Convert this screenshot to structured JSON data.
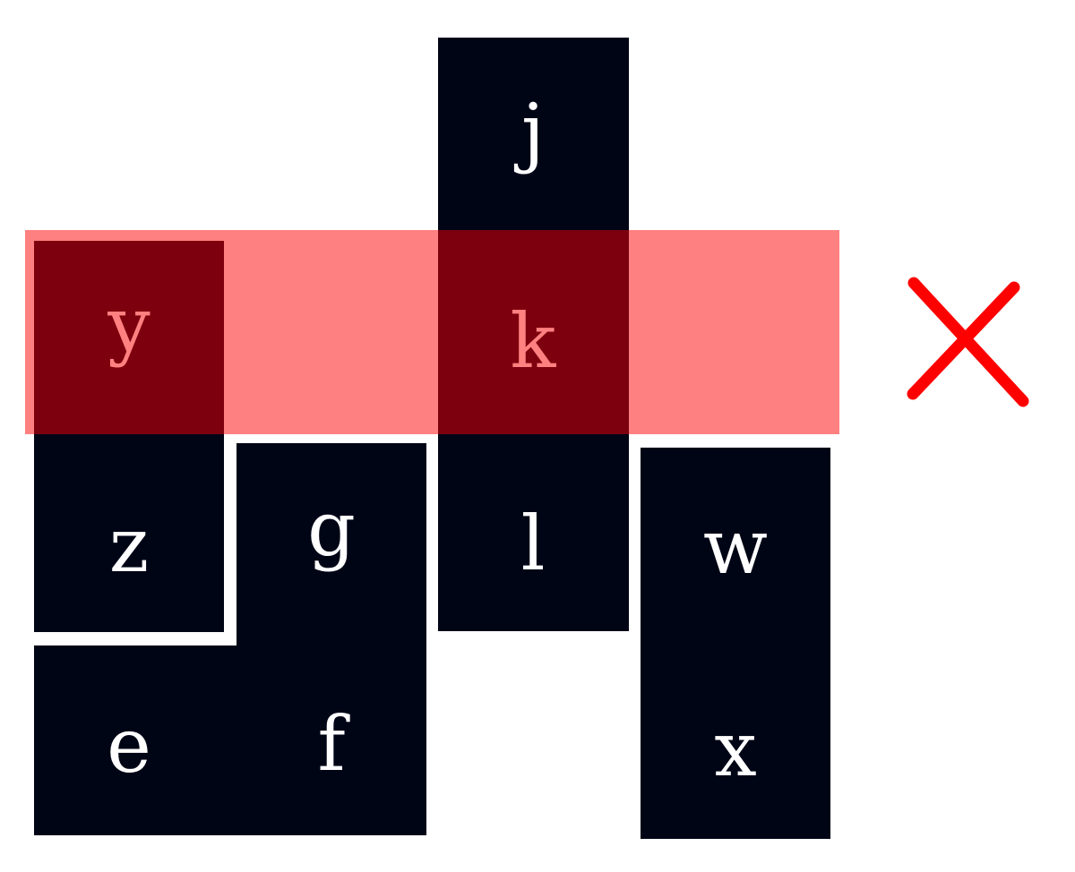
{
  "colors": {
    "tile": "#000516",
    "letter": "#ffffff",
    "highlight_band": "#ff8080",
    "highlight_tile": "#7d000e",
    "highlight_letter": "#ff8080",
    "cross": "#ff0000",
    "background": "#ffffff"
  },
  "tiles": [
    {
      "id": "j",
      "label": "j",
      "highlighted": false
    },
    {
      "id": "y",
      "label": "y",
      "highlighted": true
    },
    {
      "id": "k",
      "label": "k",
      "highlighted": true
    },
    {
      "id": "z",
      "label": "z",
      "highlighted": false
    },
    {
      "id": "g",
      "label": "g",
      "highlighted": false
    },
    {
      "id": "f",
      "label": "f",
      "highlighted": false
    },
    {
      "id": "l",
      "label": "l",
      "highlighted": false
    },
    {
      "id": "w",
      "label": "w",
      "highlighted": false
    },
    {
      "id": "x",
      "label": "x",
      "highlighted": false
    },
    {
      "id": "e",
      "label": "e",
      "highlighted": false
    }
  ],
  "row_cleared": false,
  "status_icon": "cross-icon"
}
